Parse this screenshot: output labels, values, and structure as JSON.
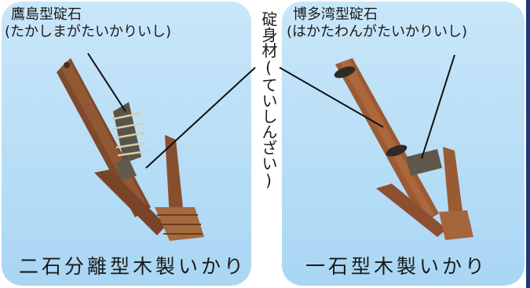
{
  "left_panel": {
    "stone_label": "鷹島型碇石",
    "stone_reading": "(たかしまがたいかりいし)",
    "caption": "二石分離型木製いかり"
  },
  "right_panel": {
    "stone_label": "博多湾型碇石",
    "stone_reading": "(はかたわんがたいかりいし)",
    "caption": "一石型木製いかり"
  },
  "center_label": {
    "term": "碇身材",
    "reading": "(ていしんざい)"
  },
  "colors": {
    "panel_bg": "#b9dff7",
    "wood": "#8a5330",
    "stone": "#5a5447",
    "frame_border": "#1b3a78"
  }
}
